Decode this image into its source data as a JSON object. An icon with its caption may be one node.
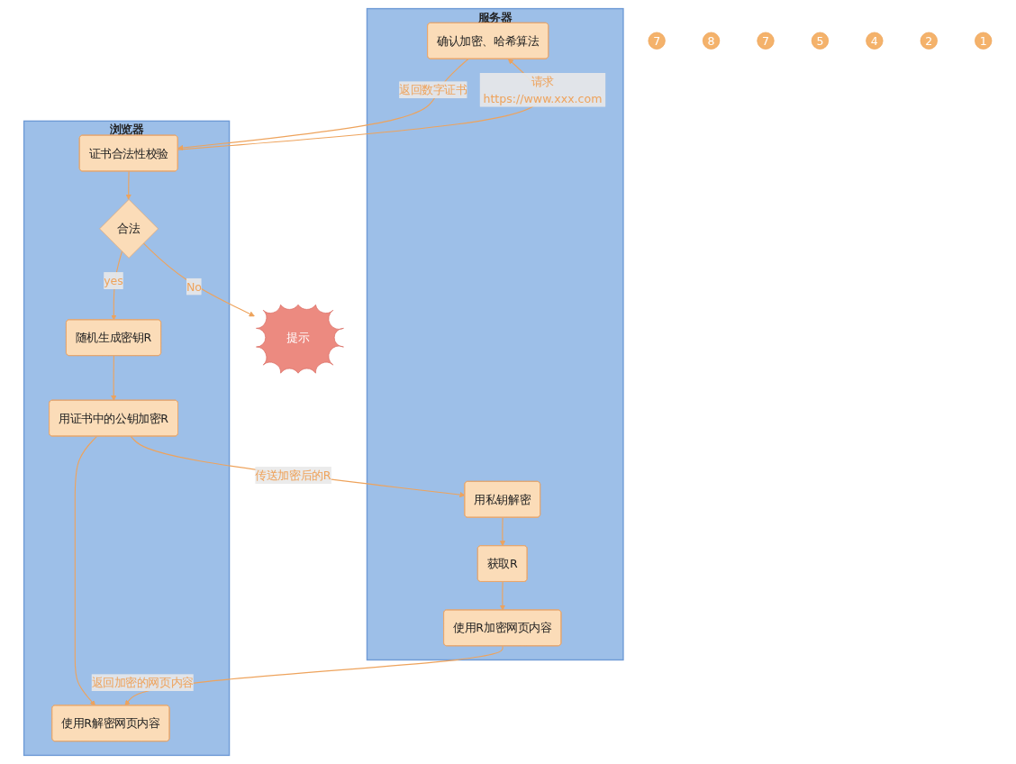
{
  "diagram": {
    "nodes": [
      {
        "text": [
          "浏览器"
        ]
      },
      {
        "text": [
          "证书合法性校验"
        ],
        "in": 0
      },
      {
        "text": [
          "合法"
        ],
        "in": 0
      },
      {
        "text": [
          "随机生成密钥R"
        ],
        "in": 0
      },
      {
        "text": [
          "用证书中的公钥加密R"
        ],
        "in": 0
      },
      {
        "text": [
          "使用R解密网页内容"
        ],
        "in": 0
      },
      {
        "text": [
          "1"
        ]
      },
      {
        "text": [
          "2"
        ]
      },
      {
        "text": [
          "提示"
        ]
      },
      {
        "text": [
          "4"
        ]
      },
      {
        "text": [
          "5"
        ]
      },
      {
        "text": [
          "7"
        ]
      },
      {
        "text": [
          "8"
        ]
      },
      {
        "text": [
          "服务器"
        ]
      },
      {
        "text": [
          "确认加密、哈希算法"
        ],
        "in": 13
      },
      {
        "text": [
          "用私钥解密"
        ],
        "in": 13
      },
      {
        "text": [
          "获取R"
        ],
        "in": 13
      },
      {
        "text": [
          "使用R加密网页内容"
        ],
        "in": 13
      },
      {
        "text": [
          "7"
        ]
      }
    ],
    "edges": [
      {
        "from": 1,
        "to": 14,
        "arrow": "to",
        "label": "请求https://www.xxx.com"
      },
      {
        "from": 14,
        "to": 1,
        "arrow": "to",
        "label": "返回数字证书"
      },
      {
        "from": 1,
        "to": 2,
        "arrow": "to"
      },
      {
        "from": 2,
        "to": 8,
        "arrow": "to",
        "label": "No"
      },
      {
        "from": 2,
        "to": 3,
        "arrow": "to",
        "label": "yes"
      },
      {
        "from": 3,
        "to": 4,
        "arrow": "to"
      },
      {
        "from": 4,
        "to": 15,
        "arrow": "to",
        "label": "传送加密后的R"
      },
      {
        "from": 15,
        "to": 16,
        "arrow": "to"
      },
      {
        "from": 16,
        "to": 17,
        "arrow": "to"
      },
      {
        "from": 4,
        "to": 5,
        "arrow": "to"
      },
      {
        "from": 17,
        "to": 5,
        "arrow": "to",
        "label": "返回加密的网页内容"
      }
    ]
  }
}
